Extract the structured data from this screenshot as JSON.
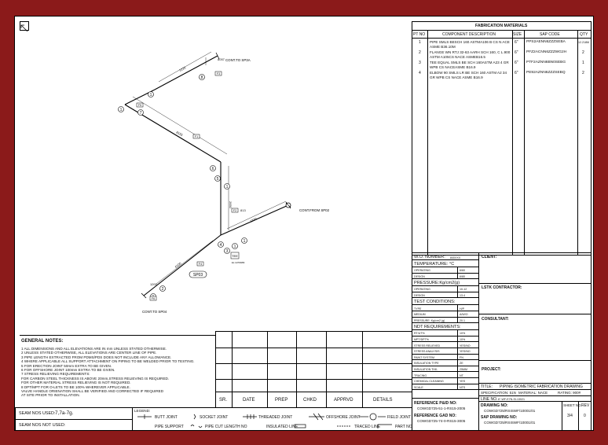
{
  "materials": {
    "title": "FABRICATION MATERIALS",
    "headers": [
      "PT NO",
      "COMPONENT DESCRIPTION",
      "SIZE",
      "SAP CODE",
      "QTY"
    ],
    "rows": [
      {
        "pt": "1",
        "desc": "PIPE SMLS BESCH 160 ASTMA106 B CS N ACE ASME B36.10M",
        "size": "6\"",
        "sap": "PPS2AENN6ZZZSEBA",
        "qty": "12.218M"
      },
      {
        "pt": "2",
        "desc": "FLANGE WN RTJ 32-63 AARH SCH 160, C L.900 ASTM A105CS NACE ASMEB16.5",
        "size": "6\"",
        "sap": "PFZ2ACNN6ZZZWG2H",
        "qty": "2"
      },
      {
        "pt": "3",
        "desc": "TEE EQUAL SMLS BE SCH 160ASTM A23 4 GR WPB CS NACEASME B16.9",
        "size": "6\"",
        "sap": "PTF2AZNN6BN0SEBG",
        "qty": "1"
      },
      {
        "pt": "4",
        "desc": "ELBOW 90 SMLS LR BE SCH 160 ASTM A2 34 GR WPB CS NACE ASME B16.9",
        "size": "6\"",
        "sap": "PE92AZNN6ZZZSEBQ",
        "qty": "2"
      }
    ]
  },
  "iso": {
    "labels": {
      "cont_sp3a": "CONT.TO SP3A",
      "cont_sp02": "CONT.FROM SP02",
      "cont_sp04": "CONT.TO SP04",
      "spool": "SP03",
      "tee": "TEE",
      "tee_note": "EL 11700MM"
    },
    "dims": [
      "1220",
      "8057",
      "8155",
      "2650",
      "813",
      "1220",
      "6100",
      "1200"
    ],
    "tags": [
      "8",
      "1",
      "7",
      "1",
      "6",
      "5",
      "1",
      "4",
      "3",
      "1",
      "1",
      "2",
      "1"
    ],
    "boxes": [
      "F3",
      "F5",
      "F1",
      "F2",
      "F4",
      "F6"
    ]
  },
  "wo": {
    "rows": [
      {
        "label": "W.O. NUMBER:",
        "value": "840XXX"
      },
      {
        "label": "TEMPERATURE: °C",
        "value": ""
      },
      {
        "label": "OPERATING",
        "value": "6/60"
      },
      {
        "label": "DESIGN",
        "value": "6/80"
      },
      {
        "label": "PRESSURE:Kg/cm2(g)",
        "value": ""
      },
      {
        "label": "OPERATING",
        "value": "10-12"
      },
      {
        "label": "DESIGN",
        "value": "13.4"
      },
      {
        "label": "TEST CONDITIONS:",
        "value": ""
      },
      {
        "label": "TYPE",
        "value": "H/P"
      },
      {
        "label": "MEDIUM",
        "value": "A/W/O"
      },
      {
        "label": "PRESSURE: Kg/cm2 (g)",
        "value": "20.1"
      },
      {
        "label": "NDT REQUIREMENTS:",
        "value": ""
      },
      {
        "label": "RT/UT%",
        "value": "10%"
      },
      {
        "label": "MPT/DPT%",
        "value": "10%"
      },
      {
        "label": "STRESS RELIEVED",
        "value": "YES/NO"
      },
      {
        "label": "STRESS ANALYSIS",
        "value": "YES/NO"
      },
      {
        "label": "PAINT SYSTEM",
        "value": "FN"
      },
      {
        "label": "INSULATION TYPE",
        "value": "ZE"
      },
      {
        "label": "INSULATION THK.",
        "value": "25MM"
      },
      {
        "label": "TRACING",
        "value": "NT"
      },
      {
        "label": "CHEMICAL CLEANING",
        "value": "YES"
      },
      {
        "label": "SCALE",
        "value": "NTS"
      }
    ]
  },
  "right": {
    "client": "CLIENT:",
    "lstk": "LSTK CONTRACTOR:",
    "consultant": "CONSULTANT:",
    "project": "PROJECT:",
    "title_label": "TITLE:",
    "title_value": "PIPING ISOMETRIC FABRICATION DRAWING",
    "spec": "SPECIFICATION: 51N",
    "material": "MATERIAL: NACE",
    "rating": "RATING: 900#",
    "line_no_label": "LINE NO.",
    "line_no_value": "6\"-WF-E7N-SI-13021",
    "drawing_no_label": "DRAWING NO:",
    "drawing_no_value": "COWGD725/RSISWF/10001/01",
    "sheet_label": "SHEET NO.",
    "sheet_value": "3/4",
    "rev_label": "REV",
    "rev_value": "0",
    "sap_label": "SAP DRAWING NO:",
    "sap_value": "COWGD725/RSISWF/10001/01"
  },
  "ref": {
    "pid_label": "REFERENCE P&ID NO:",
    "pid_value": "COWGD725-51-1-RS15-2005",
    "gad_label": "REFERENCE GAD NO:",
    "gad_value": "COWGD725-74-0-RS15-3005"
  },
  "notes": {
    "title": "GENERAL NOTES:",
    "lines": [
      "1 ALL DIMENSIONS AND ALL ELEVATIONS ARE IN mm UNLESS STATED OTHERWISE.",
      "2 UNLESS STATED OTHERWISE, ALL ELEVATIONS ARE CENTER LINE OF PIPE.",
      "3 PIPE LENGTH EXTRACTED FROM PDMS/PDS DOES NOT INCLUDE ANY ALLOWANCE.",
      "4 WHERE APPLICABLE ALL SUPPORT ATTACHMENT ON PIPING TO BE WELDED PRIOR TO TESTING.",
      "5 FOR ERECTION JOINT 50mm EXTRA TO BE GIVEN.",
      "6 FOR OFFSHORE JOINT 100mm EXTRA TO BE GIVEN.",
      "7 STRESS RELIEVING REQUIREMENTS:",
      "  FOR CARBON STEEL THICKNESS IS ABOVE 20mm,STRESS RELIEVING IS REQUIRED.",
      "  FOR OTHER MATERIAL STRESS RELIEVING IS NOT REQUIRED.",
      "8 DPT/MPT FOR O-LETS TO BE 100% WHEREVER APPLICABLE.",
      "  VALVE HANDLE ORIENATION SHALL BE VERIFIED AND CORRECTED IF REQUIRED",
      "  AT SITE PRIOR TO INSTALLATION."
    ]
  },
  "revision": {
    "headers": [
      "SR.",
      "DATE",
      "PREP",
      "CHKD",
      "APPRVD",
      "DETAILS"
    ]
  },
  "seam": {
    "used_label": "SEAM NOS USED:",
    "used_value": "7,7a-7g.",
    "not_used_label": "SEAM NOS NOT USED:"
  },
  "legend": {
    "title": "LEGEND:",
    "row1": [
      "BUTT JOINT",
      "SOCKET JOINT",
      "THREADED JOINT",
      "OFFSHORE JOINT",
      "FIELD JOINT"
    ],
    "row2": [
      "PIPE SUPPORT",
      "PIPE CUT LENGTH NO",
      "INSULATED LINE",
      "TRACED LINE",
      "PART NO"
    ]
  }
}
